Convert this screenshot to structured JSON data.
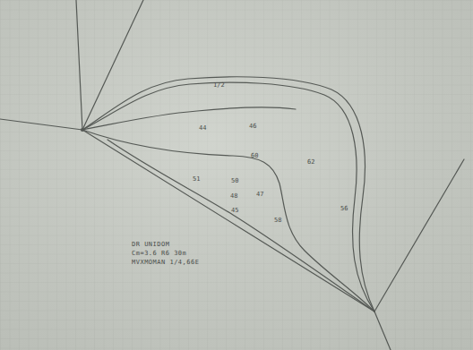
{
  "diagram": {
    "labels": [
      "1/2",
      "44",
      "46",
      "60",
      "62",
      "51",
      "50",
      "48",
      "47",
      "45",
      "58",
      "56",
      "DR UNIDOM",
      "Cm=3.6 R6 30m",
      "MVXMOMAN 1/4,66E"
    ]
  }
}
